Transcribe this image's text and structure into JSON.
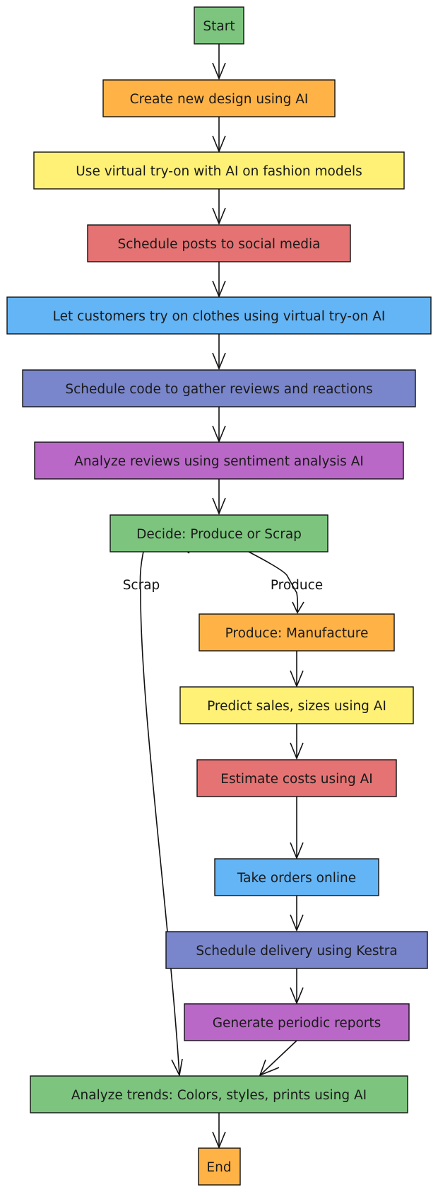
{
  "colors": {
    "green": "#7dc57f",
    "orange": "#ffb347",
    "yellow": "#fff176",
    "red": "#e57373",
    "blue": "#64b5f6",
    "indigo": "#7986cb",
    "purple": "#ba68c8"
  },
  "nodes": {
    "start": "Start",
    "create_design": "Create new design using AI",
    "virtual_tryon_models": "Use virtual try-on with AI on fashion models",
    "schedule_posts": "Schedule posts to social media",
    "customers_tryon": "Let customers try on clothes using virtual try-on AI",
    "schedule_code": "Schedule code to gather reviews and reactions",
    "analyze_reviews": "Analyze reviews using sentiment analysis AI",
    "decide": "Decide: Produce or Scrap",
    "manufacture": "Produce: Manufacture",
    "predict_sales": "Predict sales, sizes using AI",
    "estimate_costs": "Estimate costs using AI",
    "take_orders": "Take orders online",
    "schedule_delivery": "Schedule delivery using Kestra",
    "periodic_reports": "Generate periodic reports",
    "analyze_trends": "Analyze trends: Colors, styles, prints using AI",
    "end": "End"
  },
  "edges": {
    "scrap_label": "Scrap",
    "produce_label": "Produce"
  }
}
